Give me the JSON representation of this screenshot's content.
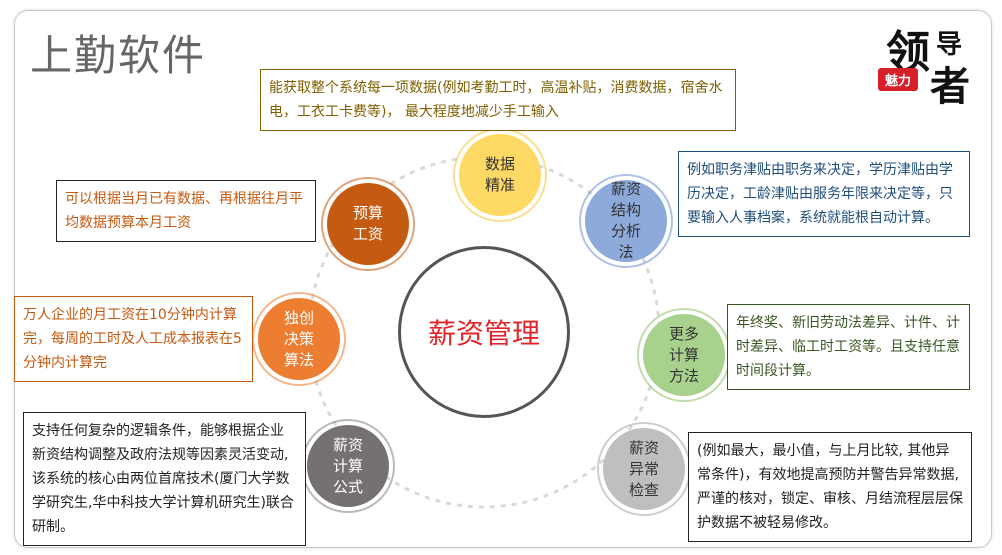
{
  "title": "上勤软件",
  "logo": {
    "big": "领",
    "small": "导",
    "bottom": "者",
    "badge": "魅力"
  },
  "center": {
    "label": "薪资管理",
    "color": "#e0262a"
  },
  "nodes": [
    {
      "id": "data-accuracy",
      "label": "数据\n精准",
      "fill": "#ffd966",
      "ring": "#f5c33b",
      "text": "#333333"
    },
    {
      "id": "structure",
      "label": "薪资\n结构\n分析\n法",
      "fill": "#8eaadb",
      "ring": "#6f8fcf",
      "text": "#333333"
    },
    {
      "id": "more-calc",
      "label": "更多\n计算\n方法",
      "fill": "#a9d18e",
      "ring": "#8fc06f",
      "text": "#333333"
    },
    {
      "id": "anomaly",
      "label": "薪资\n异常\n检查",
      "fill": "#bfbfbf",
      "ring": "#a6a6a6",
      "text": "#333333"
    },
    {
      "id": "formula",
      "label": "薪资\n计算\n公式",
      "fill": "#767171",
      "ring": "#7f7f7f",
      "text": "#ffffff"
    },
    {
      "id": "algorithm",
      "label": "独创\n决策\n算法",
      "fill": "#ed7d31",
      "ring": "#ed7d31",
      "text": "#ffffff"
    },
    {
      "id": "budget",
      "label": "预算\n工资",
      "fill": "#c55a11",
      "ring": "#c55a11",
      "text": "#ffffff"
    }
  ],
  "boxes": [
    {
      "id": "data-accuracy",
      "text": "能获取整个系统每一项数据(例如考勤工时，高温补贴，消费数据，宿舍水电，工衣工卡费等)， 最大程度地减少手工输入",
      "color": "#806000",
      "border": "#806000"
    },
    {
      "id": "structure",
      "text": "例如职务津贴由职务来决定，学历津贴由学历决定，工龄津贴由服务年限来决定等，只要输入人事档案，系统就能根自动计算。",
      "color": "#1f4e79",
      "border": "#1f4e79"
    },
    {
      "id": "more-calc",
      "text": "年终奖、新旧劳动法差异、计件、计时差异、临工时工资等。且支持任意时间段计算。",
      "color": "#385723",
      "border": "#385723"
    },
    {
      "id": "anomaly",
      "text": "(例如最大，最小值，与上月比较, 其他异常条件)，有效地提高预防并警告异常数据, 严谨的核对，锁定、审核、月结流程层层保护数据不被轻易修改。",
      "color": "#222222",
      "border": "#222222"
    },
    {
      "id": "formula",
      "text": "支持任何复杂的逻辑条件，能够根据企业新资结构调整及政府法规等因素灵活变动, 该系统的核心由两位首席技术(厦门大学数学研究生,华中科技大学计算机研究生)联合研制。",
      "color": "#222222",
      "border": "#222222"
    },
    {
      "id": "algorithm",
      "text": "万人企业的月工资在10分钟内计算完，每周的工时及人工成本报表在5分钟内计算完",
      "color": "#c55a11",
      "border": "#c55a11"
    },
    {
      "id": "budget",
      "text": "可以根据当月已有数据、再根据往月平均数据预算本月工资",
      "color": "#c55a11",
      "border": "#222222"
    }
  ]
}
